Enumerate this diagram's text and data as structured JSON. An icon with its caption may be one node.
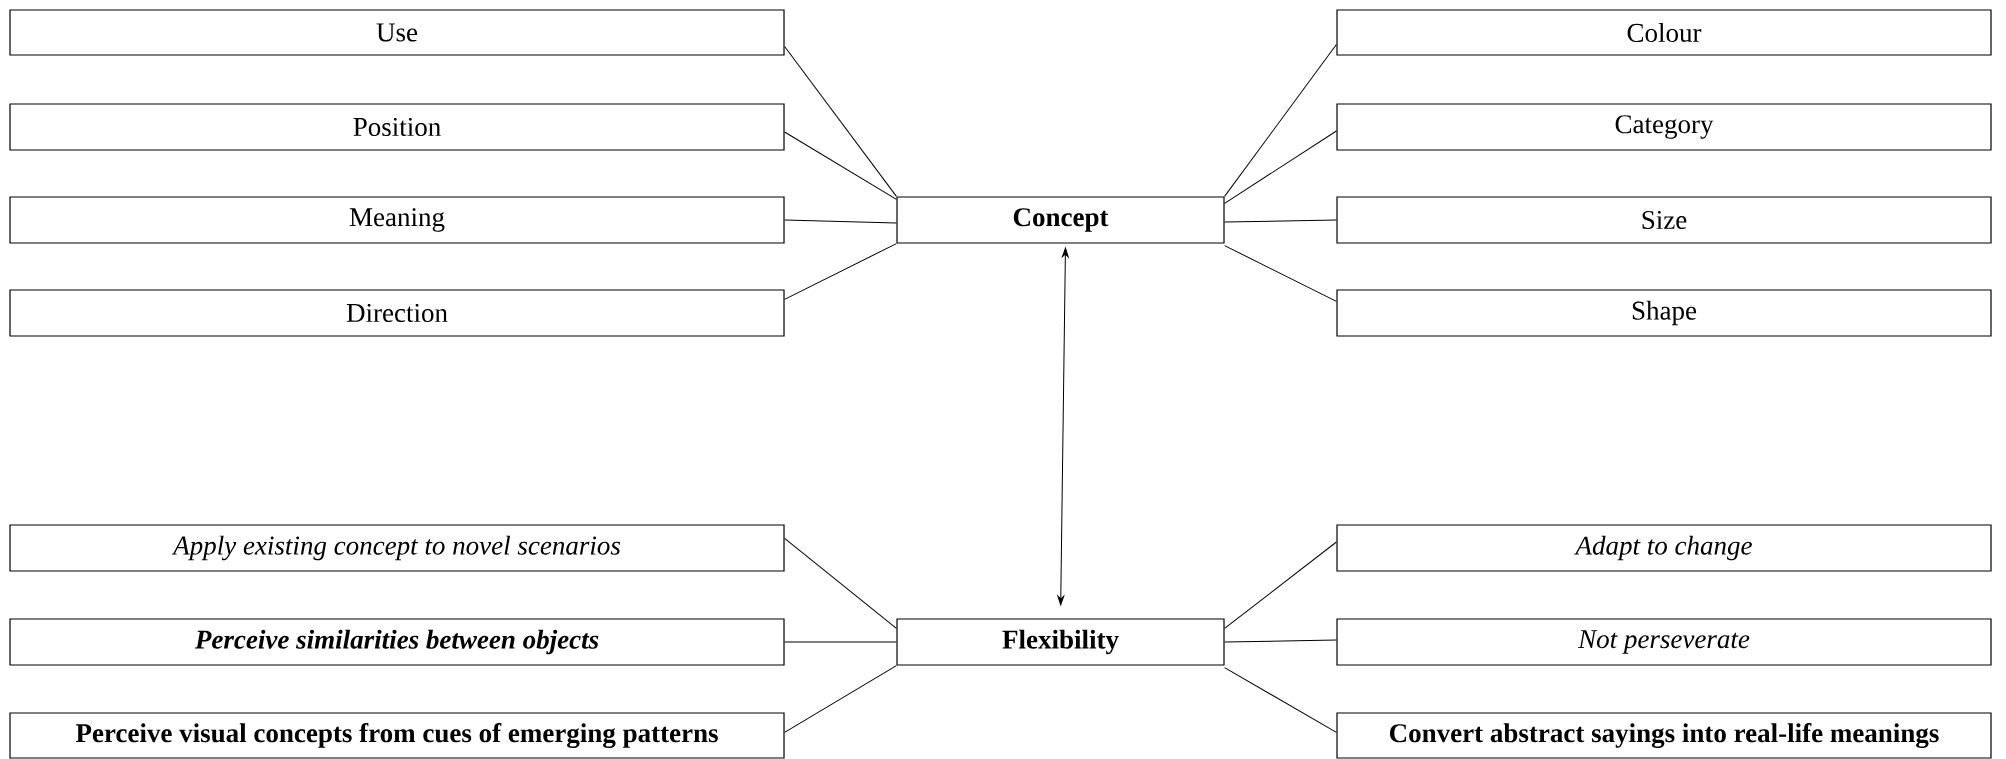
{
  "diagram": {
    "nodes": [
      {
        "text": [
          "Concept"
        ]
      },
      {
        "text": [
          "Flexibility"
        ]
      },
      {
        "text": [
          "Use"
        ]
      },
      {
        "text": [
          "Position"
        ]
      },
      {
        "text": [
          "Meaning"
        ]
      },
      {
        "text": [
          "Direction"
        ]
      },
      {
        "text": [
          "Colour"
        ]
      },
      {
        "text": [
          "Category"
        ]
      },
      {
        "text": [
          "Size"
        ]
      },
      {
        "text": [
          "Shape"
        ]
      },
      {
        "text": [
          "Apply existing concept to novel scenarios"
        ]
      },
      {
        "text": [
          "Perceive similarities between objects"
        ]
      },
      {
        "text": [
          "Perceive visual concepts from cues of emerging patterns"
        ]
      },
      {
        "text": [
          "Adapt to change"
        ]
      },
      {
        "text": [
          "Not perseverate"
        ]
      },
      {
        "text": [
          "Convert abstract sayings into real-life meanings"
        ]
      }
    ],
    "edges": [
      {
        "from": 0,
        "to": 1,
        "arrow": "both"
      },
      {
        "from": 0,
        "to": 2,
        "arrow": "none"
      },
      {
        "from": 0,
        "to": 3,
        "arrow": "none"
      },
      {
        "from": 0,
        "to": 4,
        "arrow": "none"
      },
      {
        "from": 0,
        "to": 5,
        "arrow": "none"
      },
      {
        "from": 0,
        "to": 6,
        "arrow": "none"
      },
      {
        "from": 0,
        "to": 7,
        "arrow": "none"
      },
      {
        "from": 0,
        "to": 8,
        "arrow": "none"
      },
      {
        "from": 0,
        "to": 9,
        "arrow": "none"
      },
      {
        "from": 1,
        "to": 10,
        "arrow": "none"
      },
      {
        "from": 1,
        "to": 11,
        "arrow": "none"
      },
      {
        "from": 1,
        "to": 12,
        "arrow": "none"
      },
      {
        "from": 1,
        "to": 13,
        "arrow": "none"
      },
      {
        "from": 1,
        "to": 14,
        "arrow": "none"
      },
      {
        "from": 1,
        "to": 15,
        "arrow": "none"
      }
    ]
  }
}
